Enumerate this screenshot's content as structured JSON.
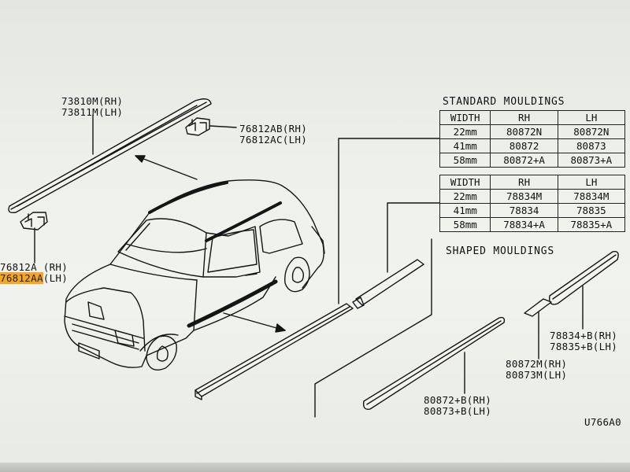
{
  "labels": {
    "roof_upper": "73810M(RH)",
    "roof_lower": "73811M(LH)",
    "clip_right_upper": "76812AB(RH)",
    "clip_right_lower": "76812AC(LH)",
    "clip_left_upper": "76812A (RH)",
    "clip_left_lower_code": "76812AA",
    "clip_left_lower_side": "(LH)",
    "shaped_upper_a": "78834+B(RH)",
    "shaped_upper_b": "78835+B(LH)",
    "shaped_mid_a": "80872M(RH)",
    "shaped_mid_b": "80873M(LH)",
    "shaped_low_a": "80872+B(RH)",
    "shaped_low_b": "80873+B(LH)",
    "diagram_code": "U766A0"
  },
  "standard": {
    "title": "STANDARD MOULDINGS",
    "table1": {
      "headers": [
        "WIDTH",
        "RH",
        "LH"
      ],
      "rows": [
        [
          "22mm",
          "80872N",
          "80872N"
        ],
        [
          "41mm",
          "80872",
          "80873"
        ],
        [
          "58mm",
          "80872+A",
          "80873+A"
        ]
      ]
    },
    "table2": {
      "headers": [
        "WIDTH",
        "RH",
        "LH"
      ],
      "rows": [
        [
          "22mm",
          "78834M",
          "78834M"
        ],
        [
          "41mm",
          "78834",
          "78835"
        ],
        [
          "58mm",
          "78834+A",
          "78835+A"
        ]
      ]
    }
  },
  "shaped": {
    "title": "SHAPED MOULDINGS"
  },
  "colors": {
    "highlight": "#f5a623",
    "ink": "#111111",
    "paper": "#eef0eb"
  }
}
